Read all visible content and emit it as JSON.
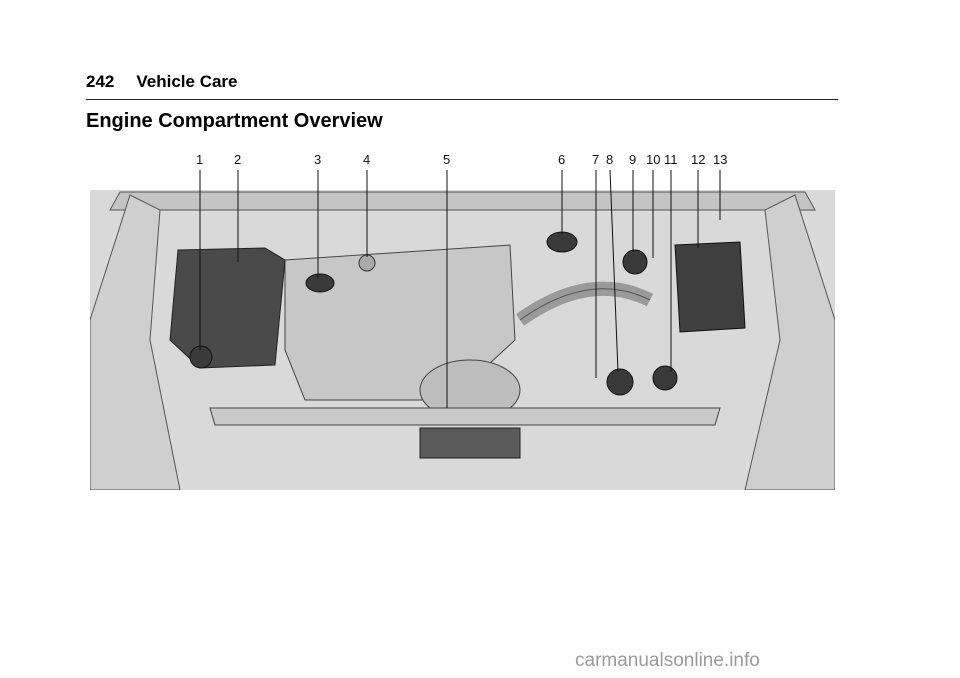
{
  "header": {
    "page_number": "242",
    "section": "Vehicle Care"
  },
  "title": "Engine Compartment Overview",
  "figure": {
    "callouts": [
      "1",
      "2",
      "3",
      "4",
      "5",
      "6",
      "7",
      "8",
      "9",
      "10",
      "11",
      "12",
      "13"
    ]
  },
  "watermark": "carmanualsonline.info"
}
